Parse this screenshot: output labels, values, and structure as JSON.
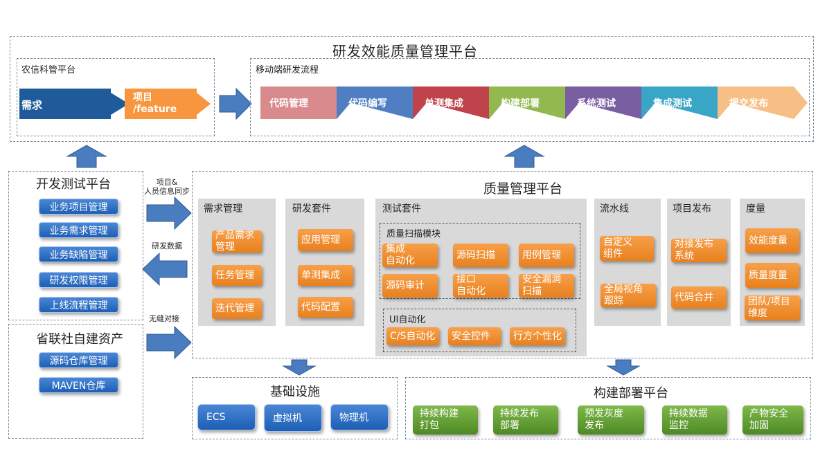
{
  "top": {
    "title": "研发效能质量管理平台",
    "left_section": {
      "title": "农信科管平台",
      "demand": "需求",
      "project": "项目\n/feature"
    },
    "flow": {
      "title": "移动端研发流程",
      "steps": [
        {
          "label": "代码管理",
          "color": "#d98a8d"
        },
        {
          "label": "代码编写",
          "color": "#4f7fc2"
        },
        {
          "label": "单测集成",
          "color": "#c0424a"
        },
        {
          "label": "构建部署",
          "color": "#93b84f"
        },
        {
          "label": "系统测试",
          "color": "#7a5ea2"
        },
        {
          "label": "集成测试",
          "color": "#3aa6c7"
        },
        {
          "label": "提交发布",
          "color": "#f7be85"
        }
      ]
    }
  },
  "dev_test_platform": {
    "title": "开发测试平台",
    "items": [
      "业务项目管理",
      "业务需求管理",
      "业务缺陷管理",
      "研发权限管理",
      "上线流程管理"
    ]
  },
  "self_assets": {
    "title": "省联社自建资产",
    "items": [
      "源码仓库管理",
      "MAVEN仓库"
    ]
  },
  "arrows": {
    "sync": "项目&\n人员信息同步",
    "rd_data": "研发数据",
    "seamless": "无缝对接"
  },
  "quality_platform": {
    "title": "质量管理平台",
    "demand_mgmt": {
      "title": "需求管理",
      "items": [
        "产品需求\n管理",
        "任务管理",
        "迭代管理"
      ]
    },
    "rd_suite": {
      "title": "研发套件",
      "items": [
        "应用管理",
        "单测集成",
        "代码配置"
      ]
    },
    "test_suite": {
      "title": "测试套件",
      "scan": {
        "title": "质量扫描模块",
        "items": [
          "集成\n自动化",
          "源码扫描",
          "用例管理",
          "源码审计",
          "接口\n自动化",
          "安全漏洞\n扫描"
        ]
      },
      "ui_auto": {
        "title": "UI自动化",
        "items": [
          "C/S自动化",
          "安全控件",
          "行方个性化"
        ]
      }
    },
    "pipeline": {
      "title": "流水线",
      "items": [
        "自定义\n组件",
        "全局视角\n跟踪"
      ]
    },
    "release": {
      "title": "项目发布",
      "items": [
        "对接发布\n系统",
        "代码合并"
      ]
    },
    "metrics": {
      "title": "度量",
      "items": [
        "效能度量",
        "质量度量",
        "团队/项目\n维度"
      ]
    }
  },
  "infra": {
    "title": "基础设施",
    "items": [
      "ECS",
      "虚拟机",
      "物理机"
    ]
  },
  "build_deploy": {
    "title": "构建部署平台",
    "items": [
      "持续构建\n打包",
      "持续发布\n部署",
      "预发灰度\n发布",
      "持续数据\n监控",
      "产物安全\n加固"
    ]
  }
}
